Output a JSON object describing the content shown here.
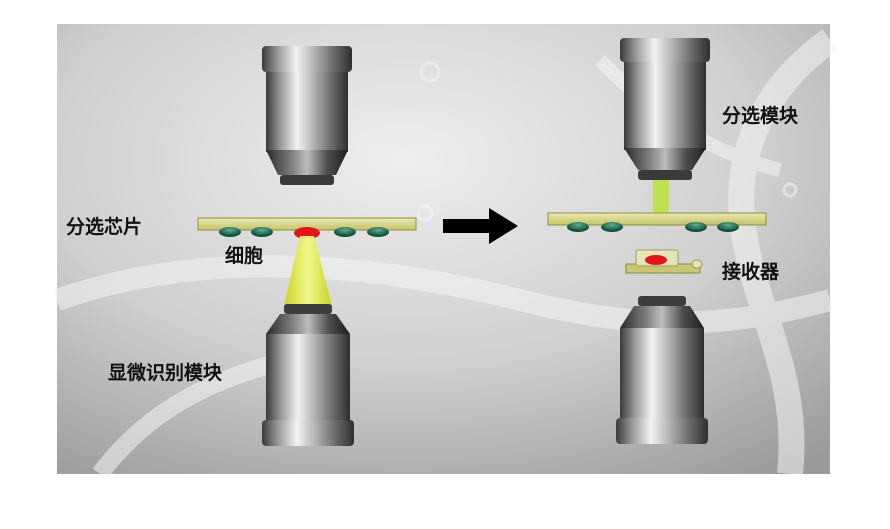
{
  "labels": {
    "sorting_chip": "分选芯片",
    "cell": "细胞",
    "microscopic_recognition_module": "显微识别模块",
    "sorting_module": "分选模块",
    "receiver": "接收器"
  },
  "colors": {
    "background_top": "#e6e6e6",
    "background_bottom": "#a9a9a9",
    "chip": "#d9d98a",
    "chip_dots": "#1f6b52",
    "cell": "#e0141a",
    "beam": "#e7ee3c",
    "sorting_beam": "#b9e24a",
    "arrow": "#000000",
    "label_text": "#111111"
  },
  "icons": {
    "transition_arrow": "right-arrow-icon"
  }
}
